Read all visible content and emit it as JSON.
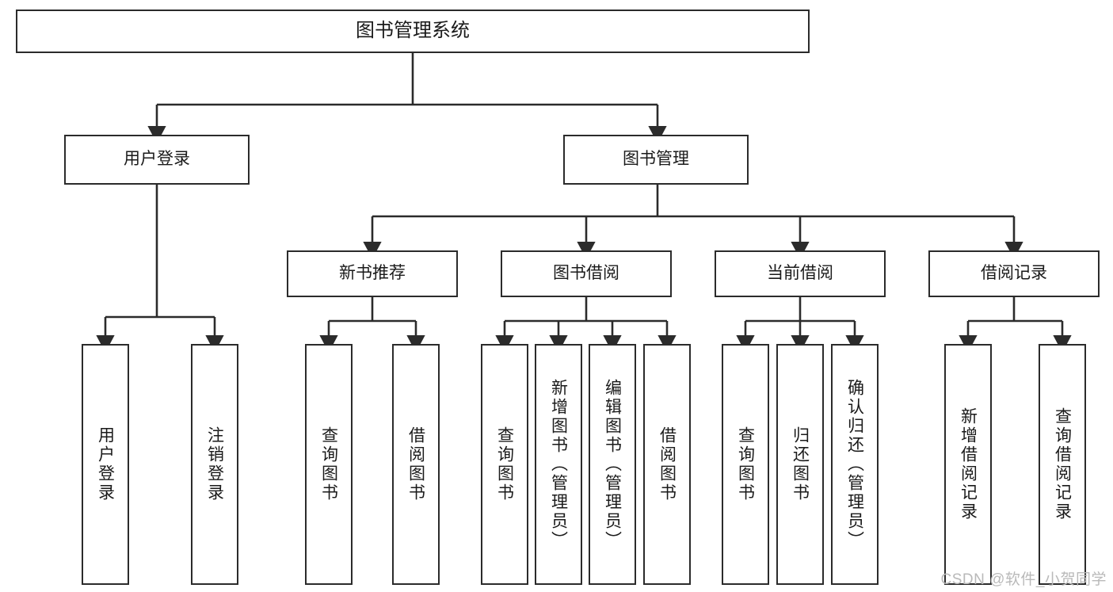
{
  "diagram": {
    "type": "hierarchy-tree",
    "title": "图书管理系统",
    "watermark": "CSDN @软件_小贺同学",
    "colors": {
      "stroke": "#2b2b2b",
      "fill": "#ffffff",
      "text": "#1a1a1a",
      "watermark": "#b9b9b9"
    },
    "nodes": {
      "root": {
        "label": "图书管理系统",
        "level": 1
      },
      "level2": [
        {
          "label": "用户登录",
          "level": 2
        },
        {
          "label": "图书管理",
          "level": 2
        }
      ],
      "level3": [
        {
          "label": "新书推荐",
          "level": 3
        },
        {
          "label": "图书借阅",
          "level": 3
        },
        {
          "label": "当前借阅",
          "level": 3
        },
        {
          "label": "借阅记录",
          "level": 3
        }
      ],
      "leaves": [
        {
          "label": "用户登录",
          "parent": "用户登录"
        },
        {
          "label": "注销登录",
          "parent": "用户登录"
        },
        {
          "label": "查询图书",
          "parent": "新书推荐"
        },
        {
          "label": "借阅图书",
          "parent": "新书推荐"
        },
        {
          "label": "查询图书",
          "parent": "图书借阅"
        },
        {
          "label": "新增图书（管理员）",
          "parent": "图书借阅"
        },
        {
          "label": "编辑图书（管理员）",
          "parent": "图书借阅"
        },
        {
          "label": "借阅图书",
          "parent": "图书借阅"
        },
        {
          "label": "查询图书",
          "parent": "当前借阅"
        },
        {
          "label": "归还图书",
          "parent": "当前借阅"
        },
        {
          "label": "确认归还（管理员）",
          "parent": "当前借阅"
        },
        {
          "label": "新增借阅记录",
          "parent": "借阅记录"
        },
        {
          "label": "查询借阅记录",
          "parent": "借阅记录"
        }
      ]
    }
  }
}
